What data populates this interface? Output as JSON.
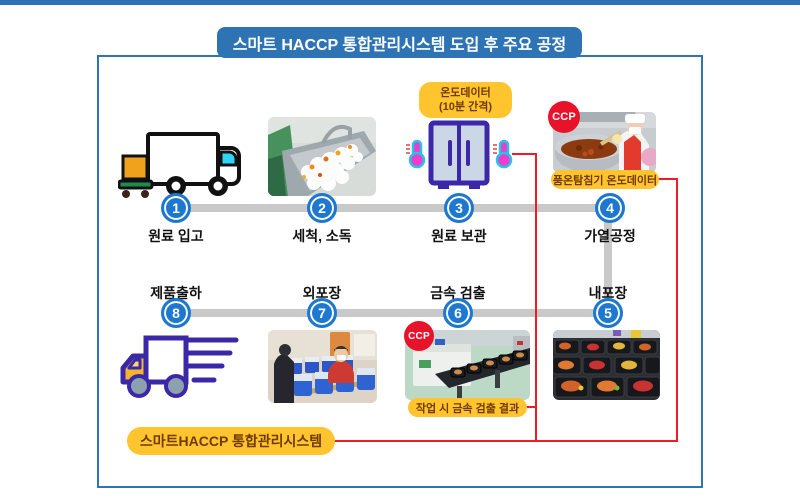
{
  "title": "스마트 HACCP 통합관리시스템 도입 후 주요 공정",
  "system_label": "스마트HACCP  통합관리시스템",
  "steps": [
    {
      "num": "1",
      "label": "원료 입고"
    },
    {
      "num": "2",
      "label": "세척, 소독"
    },
    {
      "num": "3",
      "label": "원료 보관"
    },
    {
      "num": "4",
      "label": "가열공정"
    },
    {
      "num": "5",
      "label": "내포장"
    },
    {
      "num": "6",
      "label": "금속 검출"
    },
    {
      "num": "7",
      "label": "외포장"
    },
    {
      "num": "8",
      "label": "제품출하"
    }
  ],
  "callouts": {
    "temp_line1": "온도데이터",
    "temp_line2": "(10분 간격)",
    "probe": "품온탐침기 온도데이터",
    "metal": "작업 시 금속 검출 결과"
  },
  "badges": {
    "ccp": "CCP"
  },
  "icons": {
    "step1": "incoming-delivery-truck-icon",
    "step3": "refrigerator-icon",
    "step3_side": "thermometer-icon",
    "step8": "outgoing-shipping-truck-icon"
  },
  "colors": {
    "accent_blue": "#2e74b5",
    "process_circle_blue": "#1e78cf",
    "connector_gray": "#c9c9c9",
    "ccp_red": "#e8132b",
    "data_line_red": "#ee1c25",
    "highlight_yellow": "#ffc42e",
    "highlight_text_brown": "#703a00"
  }
}
